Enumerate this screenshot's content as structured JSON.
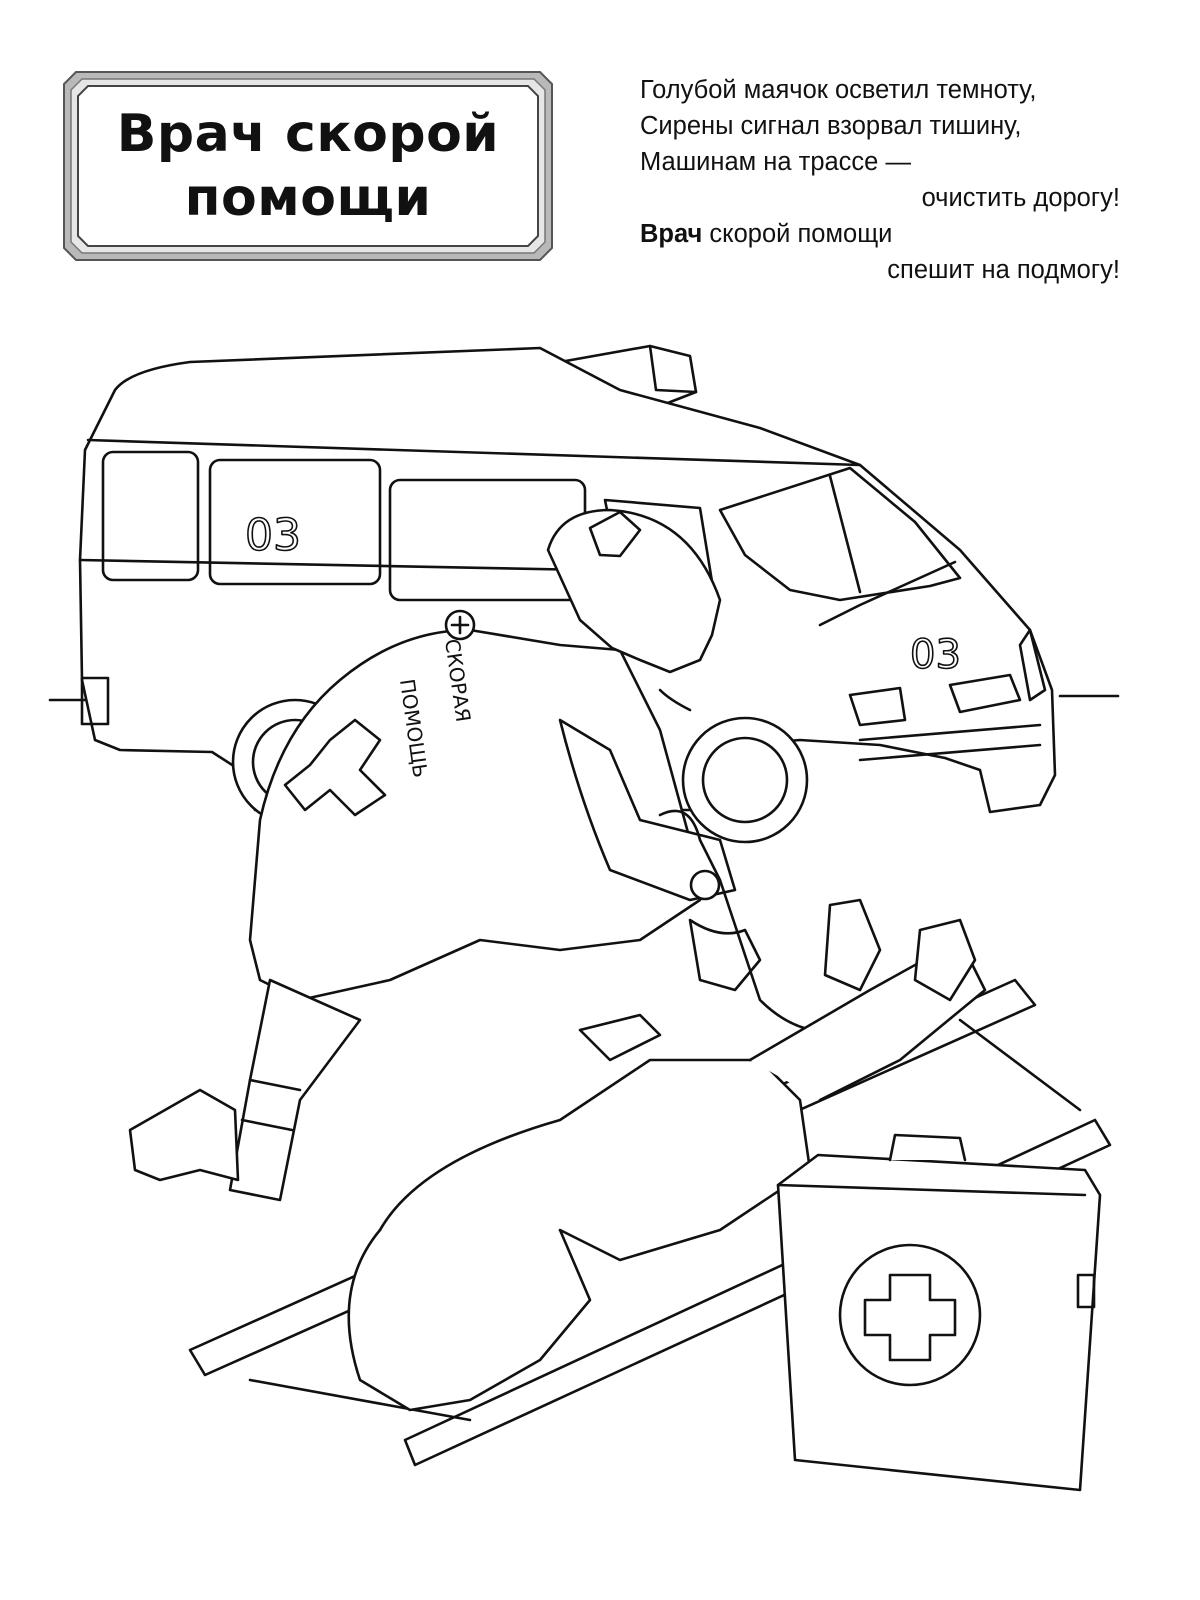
{
  "title": {
    "line1": "Врач скорой",
    "line2": "помощи"
  },
  "poem": {
    "line1": "Голубой маячок осветил темноту,",
    "line2": "Сирены сигнал взорвал тишину,",
    "line3": "Машинам на трассе —",
    "line4": "очистить дорогу!",
    "line5_bold": "Врач",
    "line5_rest": " скорой помощи",
    "line6": "спешит на подмогу!"
  },
  "illustration": {
    "van_side_number": "03",
    "van_hood_number": "03",
    "jacket_text_1": "СКОРАЯ",
    "jacket_text_2": "ПОМОЩЬ"
  },
  "colors": {
    "ink": "#111111",
    "paper": "#ffffff",
    "frame_gray": "#9a9a9a"
  }
}
